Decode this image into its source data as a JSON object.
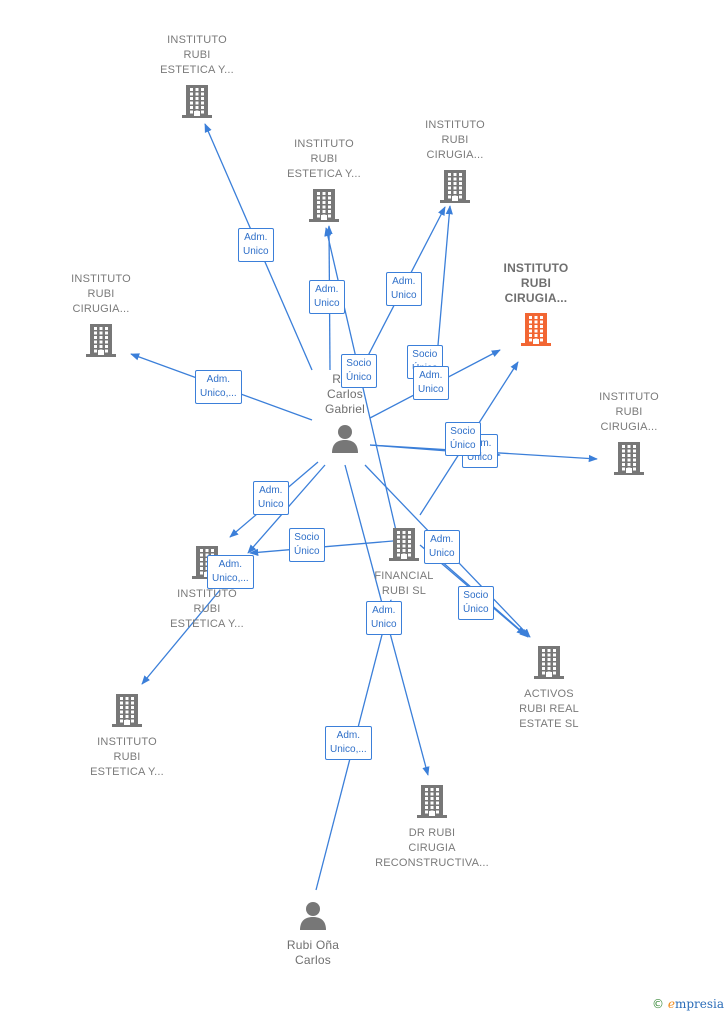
{
  "colors": {
    "edge": "#3b7fd9",
    "building": "#7a7a7a",
    "highlight": "#f26633",
    "text": "#7a7a7a"
  },
  "nodes": [
    {
      "id": "n1",
      "type": "company",
      "label": "INSTITUTO\nRUBI\nESTETICA Y..."
    },
    {
      "id": "n2",
      "type": "company",
      "label": "INSTITUTO\nRUBI\nESTETICA Y..."
    },
    {
      "id": "n3",
      "type": "company",
      "label": "INSTITUTO\nRUBI\nCIRUGIA..."
    },
    {
      "id": "n4",
      "type": "company",
      "label": "INSTITUTO\nRUBI\nCIRUGIA...",
      "highlight": true
    },
    {
      "id": "n5",
      "type": "company",
      "label": "INSTITUTO\nRUBI\nCIRUGIA..."
    },
    {
      "id": "n6",
      "type": "company",
      "label": "INSTITUTO\nRUBI\nCIRUGIA..."
    },
    {
      "id": "n7",
      "type": "company",
      "label": "FINANCIAL\nRUBI  SL"
    },
    {
      "id": "n8",
      "type": "company",
      "label": "INSTITUTO\nRUBI\nESTETICA Y..."
    },
    {
      "id": "n9",
      "type": "company",
      "label": "ACTIVOS\nRUBI REAL\nESTATE  SL"
    },
    {
      "id": "n10",
      "type": "company",
      "label": "INSTITUTO\nRUBI\nESTETICA Y..."
    },
    {
      "id": "n11",
      "type": "company",
      "label": "DR RUBI\nCIRUGIA\nRECONSTRUCTIVA..."
    },
    {
      "id": "p1",
      "type": "person",
      "label": "Rubi\nCarlos\nGabriel"
    },
    {
      "id": "p2",
      "type": "person",
      "label": "Rubi Oña\nCarlos"
    }
  ],
  "edges": [
    {
      "label": "Adm.\nUnico"
    },
    {
      "label": "Adm.\nUnico"
    },
    {
      "label": "Adm.\nUnico"
    },
    {
      "label": "Socio\nÚnico"
    },
    {
      "label": "Socio\nÚnico"
    },
    {
      "label": "Adm.\nUnico"
    },
    {
      "label": "Adm.\nUnico,..."
    },
    {
      "label": "Adm.\nUnico"
    },
    {
      "label": "Socio\nÚnico"
    },
    {
      "label": "Adm.\nUnico"
    },
    {
      "label": "Adm.\nUnico,..."
    },
    {
      "label": "Socio\nÚnico"
    },
    {
      "label": "Adm.\nUnico"
    },
    {
      "label": "Socio\nÚnico"
    },
    {
      "label": "Adm.\nUnico"
    },
    {
      "label": "Adm.\nUnico,..."
    }
  ],
  "brand": {
    "copyright": "©",
    "first_letter": "e",
    "rest": "mpresia"
  }
}
